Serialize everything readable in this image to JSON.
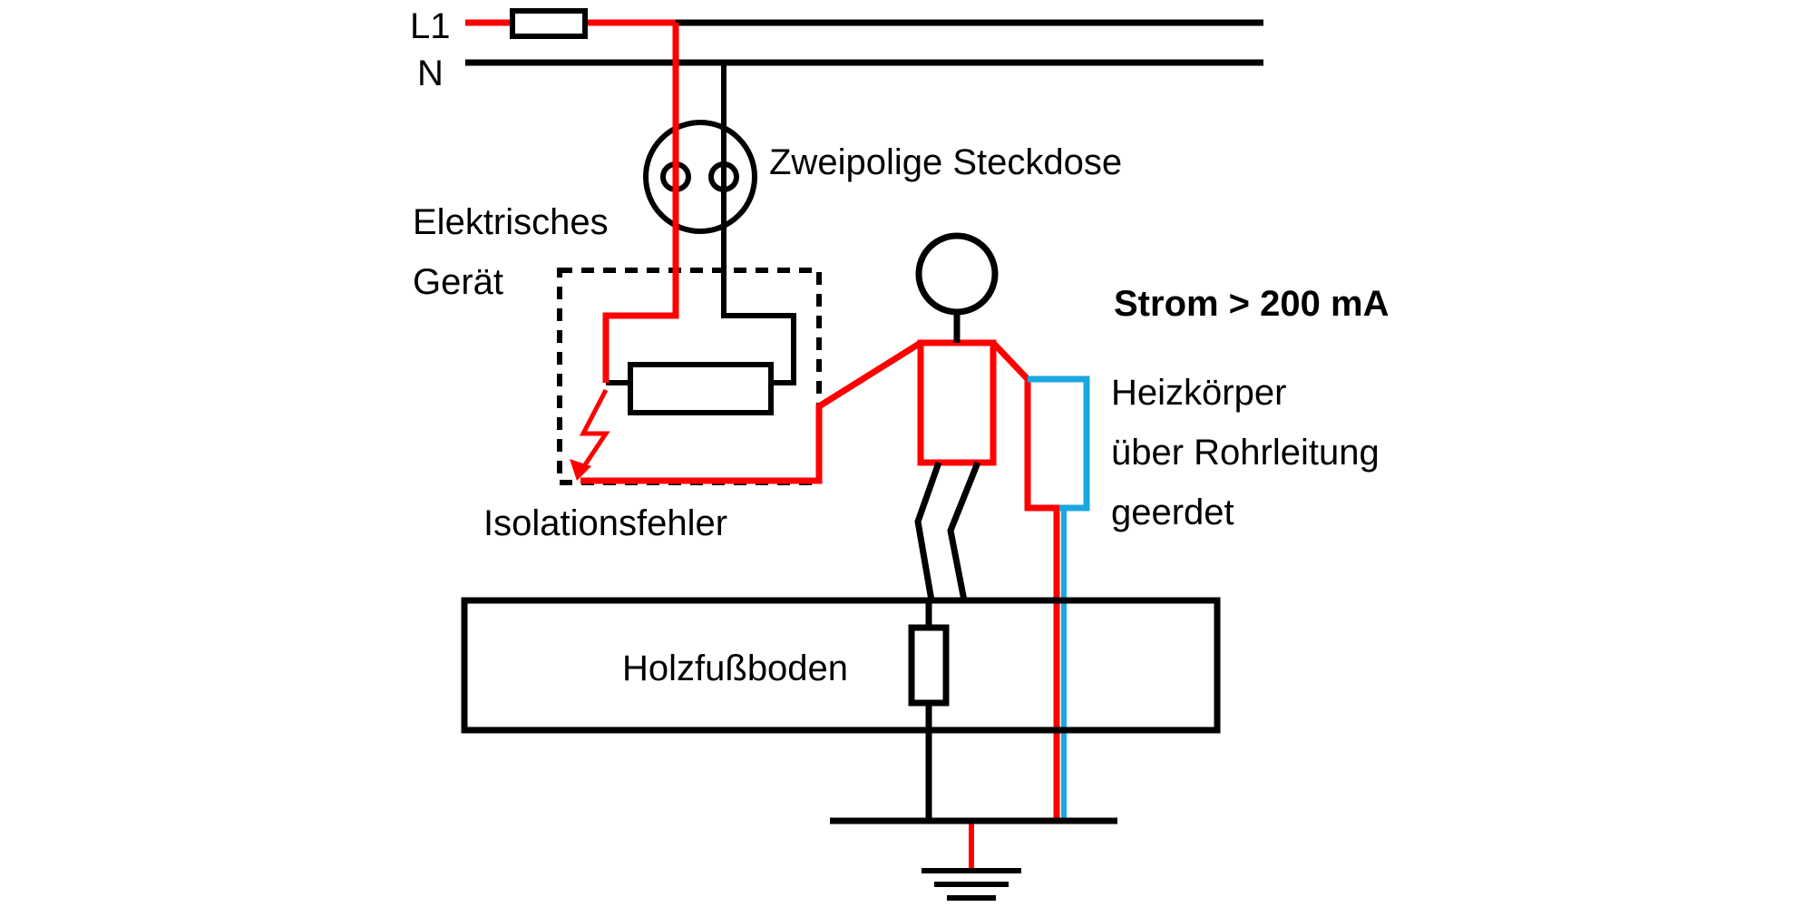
{
  "labels": {
    "l1": "L1",
    "n": "N",
    "socket": "Zweipolige Steckdose",
    "device_line1": "Elektrisches",
    "device_line2": "Gerät",
    "current": "Strom > 200 mA",
    "radiator_line1": "Heizkörper",
    "radiator_line2": "über Rohrleitung",
    "radiator_line3": "geerdet",
    "fault": "Isolationsfehler",
    "floor": "Holzfußboden"
  },
  "colors": {
    "wire": "#000000",
    "current_path": "#ff0000",
    "radiator_pipe": "#1aa7e0",
    "background": "#ffffff"
  }
}
